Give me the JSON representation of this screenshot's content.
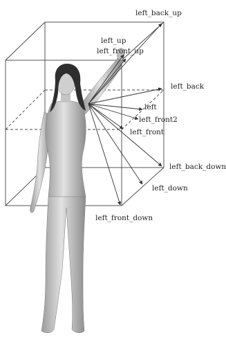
{
  "figure": {
    "labels": [
      {
        "id": "left_back_up",
        "text": "left_back_up"
      },
      {
        "id": "left_up",
        "text": "left_up"
      },
      {
        "id": "left_front_up",
        "text": "left_front_up"
      },
      {
        "id": "left_back",
        "text": "left_back"
      },
      {
        "id": "left",
        "text": "left"
      },
      {
        "id": "left_front2",
        "text": "left_front2"
      },
      {
        "id": "left_front",
        "text": "left_front"
      },
      {
        "id": "left_back_down",
        "text": "left_back_down"
      },
      {
        "id": "left_down",
        "text": "left_down"
      },
      {
        "id": "left_front_down",
        "text": "left_front_down"
      }
    ],
    "colors": {
      "box_edge": "#444444",
      "arrow": "#333333",
      "label": "#222222",
      "figure_fill": "#c9c9c9",
      "hair": "#2e2e2e"
    }
  }
}
